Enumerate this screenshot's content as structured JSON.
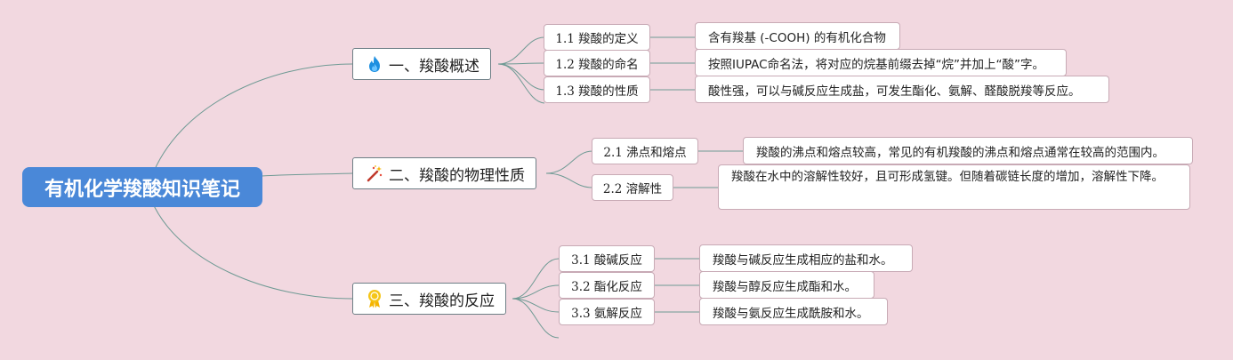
{
  "root": {
    "label": "有机化学羧酸知识笔记"
  },
  "branches": [
    {
      "label": "一、羧酸概述",
      "icon": "flame-icon",
      "children": [
        {
          "label": "1.1 羧酸的定义",
          "note": "含有羧基 (-COOH) 的有机化合物"
        },
        {
          "label": "1.2 羧酸的命名",
          "note": "按照IUPAC命名法，将对应的烷基前缀去掉“烷”并加上“酸”字。"
        },
        {
          "label": "1.3 羧酸的性质",
          "note": "酸性强，可以与碱反应生成盐，可发生酯化、氨解、醛酸脱羧等反应。"
        }
      ]
    },
    {
      "label": "二、羧酸的物理性质",
      "icon": "magic-wand-icon",
      "children": [
        {
          "label": "2.1 沸点和熔点",
          "note": "羧酸的沸点和熔点较高，常见的有机羧酸的沸点和熔点通常在较高的范围内。"
        },
        {
          "label": "2.2 溶解性",
          "note": "羧酸在水中的溶解性较好，且可形成氢键。但随着碳链长度的增加，溶解性下降。"
        }
      ]
    },
    {
      "label": "三、羧酸的反应",
      "icon": "award-medal-icon",
      "children": [
        {
          "label": "3.1 酸碱反应",
          "note": "羧酸与碱反应生成相应的盐和水。"
        },
        {
          "label": "3.2 酯化反应",
          "note": "羧酸与醇反应生成酯和水。"
        },
        {
          "label": "3.3 氨解反应",
          "note": "羧酸与氨反应生成酰胺和水。"
        }
      ]
    }
  ],
  "colors": {
    "background": "#f2d8e0",
    "root": "#4a88d8",
    "connector": "#6f9a94"
  }
}
